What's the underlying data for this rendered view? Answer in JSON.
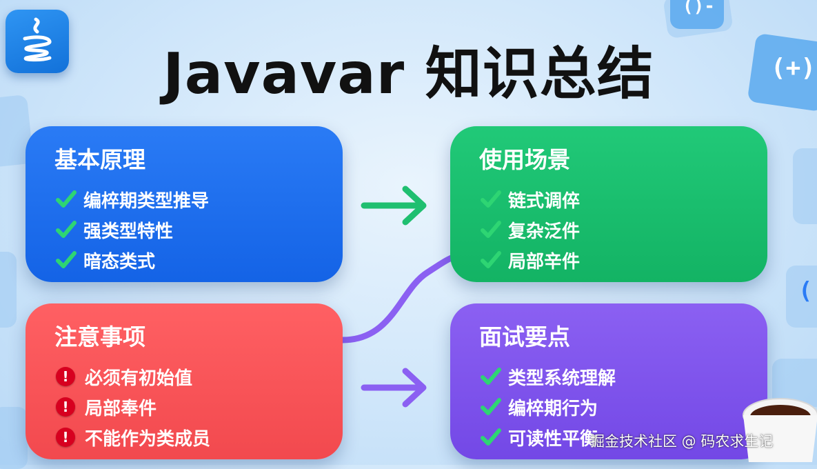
{
  "title": "Javavar 知识总结",
  "cards": {
    "basic": {
      "heading": "基本原理",
      "items": [
        "编椊期类型推导",
        "强类型特性",
        "暗态类式"
      ]
    },
    "usage": {
      "heading": "使用场景",
      "items": [
        "链式调倅",
        "复杂泛件",
        "局部辛件"
      ]
    },
    "notes": {
      "heading": "注意事项",
      "items": [
        "必须有初始值",
        "局部奉件",
        "不能作为类成员"
      ]
    },
    "interview": {
      "heading": "面试要点",
      "items": [
        "类型系统理解",
        "编椊期行为",
        "可读性平衡"
      ]
    }
  },
  "decor": {
    "bubble_top": "()-",
    "bubble_right": "(+)",
    "bubble_side": "("
  },
  "watermark": "掘金技术社区 @ 码农求生记",
  "colors": {
    "blue": "#1f6ff0",
    "green": "#19bd6c",
    "red": "#f5555a",
    "purple": "#7e53ec",
    "check": "#2ed573",
    "warn": "#d7001f"
  }
}
